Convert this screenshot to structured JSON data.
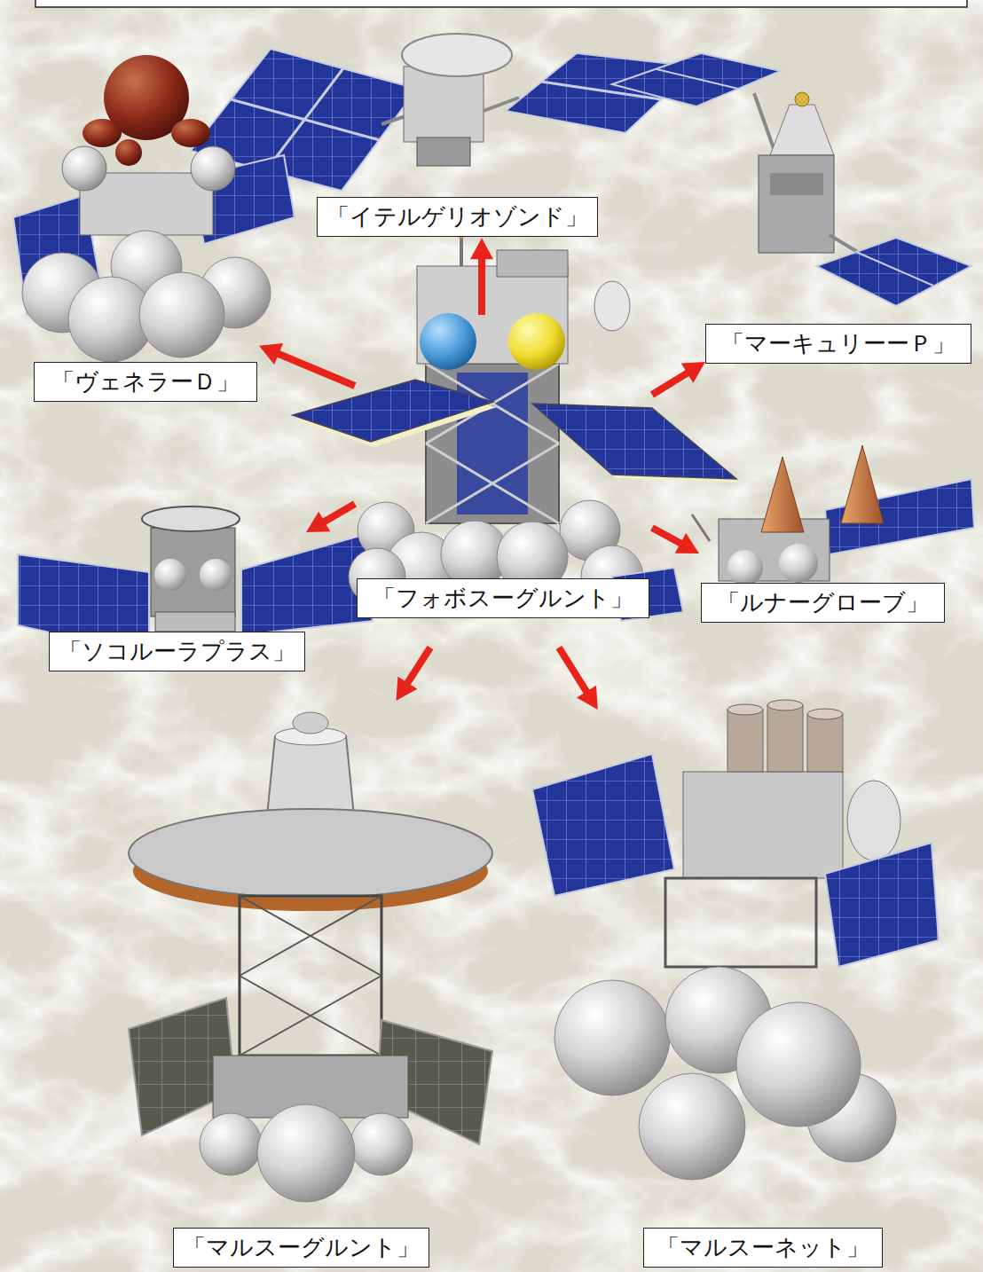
{
  "diagram": {
    "nodes": [
      {
        "text": [
          "「イテルゲリオゾンド」"
        ]
      },
      {
        "text": [
          "「ヴェネラーＤ」"
        ]
      },
      {
        "text": [
          "「マーキュリーーＰ」"
        ]
      },
      {
        "text": [
          "「フォボスーグルント」"
        ]
      },
      {
        "text": [
          "「ソコルーラプラス」"
        ]
      },
      {
        "text": [
          "「ルナーグローブ」"
        ]
      },
      {
        "text": [
          "「マルスーグルント」"
        ]
      },
      {
        "text": [
          "「マルスーネット」"
        ]
      }
    ],
    "edges": [
      {
        "from": 3,
        "to": 0,
        "arrow": "to"
      },
      {
        "from": 3,
        "to": 1,
        "arrow": "to"
      },
      {
        "from": 3,
        "to": 2,
        "arrow": "to"
      },
      {
        "from": 3,
        "to": 4,
        "arrow": "to"
      },
      {
        "from": 3,
        "to": 5,
        "arrow": "to"
      },
      {
        "from": 3,
        "to": 6,
        "arrow": "to"
      },
      {
        "from": 3,
        "to": 7,
        "arrow": "to"
      }
    ]
  }
}
